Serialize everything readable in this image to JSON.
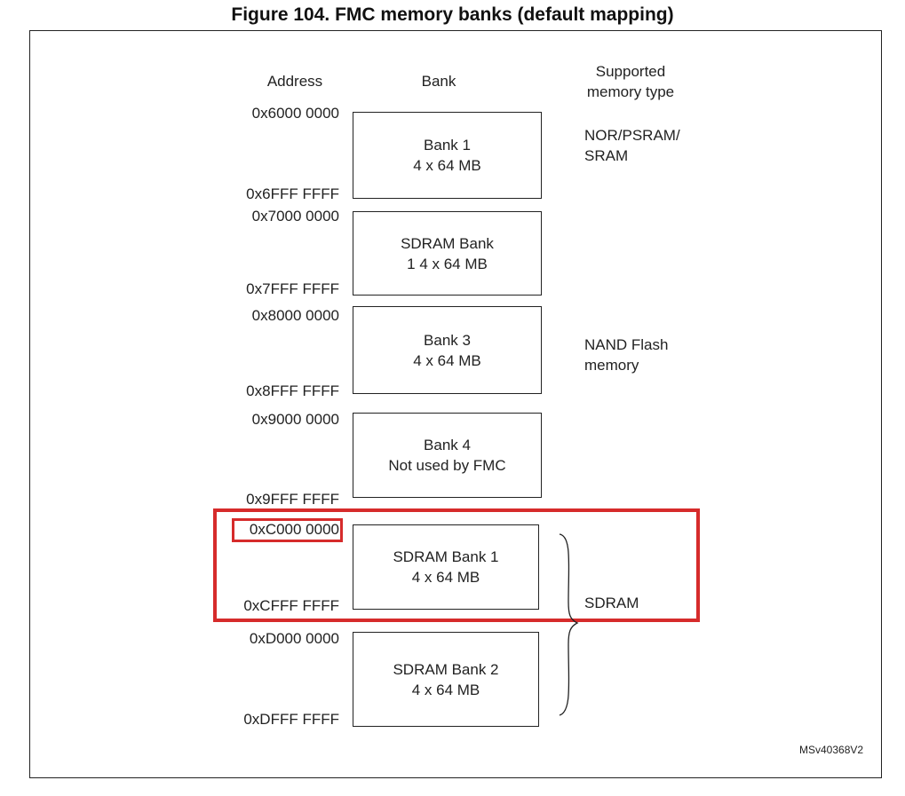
{
  "title": "Figure 104. FMC memory banks (default mapping)",
  "headers": {
    "address": "Address",
    "bank": "Bank",
    "memory_type_line1": "Supported",
    "memory_type_line2": "memory type"
  },
  "banks": [
    {
      "start": "0x6000 0000",
      "end": "0x6FFF FFFF",
      "line1": "Bank 1",
      "line2": "4 x 64 MB"
    },
    {
      "start": "0x7000 0000",
      "end": "0x7FFF FFFF",
      "line1": "SDRAM Bank",
      "line2": "1 4 x 64 MB"
    },
    {
      "start": "0x8000 0000",
      "end": "0x8FFF FFFF",
      "line1": "Bank 3",
      "line2": "4 x 64 MB"
    },
    {
      "start": "0x9000 0000",
      "end": "0x9FFF FFFF",
      "line1": "Bank 4",
      "line2": "Not used by FMC"
    },
    {
      "start": "0xC000 0000",
      "end": "0xCFFF FFFF",
      "line1": "SDRAM Bank 1",
      "line2": "4 x 64 MB"
    },
    {
      "start": "0xD000 0000",
      "end": "0xDFFF FFFF",
      "line1": "SDRAM Bank 2",
      "line2": "4 x 64 MB"
    }
  ],
  "memory_types": {
    "nor_line1": "NOR/PSRAM/",
    "nor_line2": "SRAM",
    "nand_line1": "NAND Flash",
    "nand_line2": "memory",
    "sdram": "SDRAM"
  },
  "doc_id": "MSv40368V2",
  "highlight_color": "#d62b2b"
}
